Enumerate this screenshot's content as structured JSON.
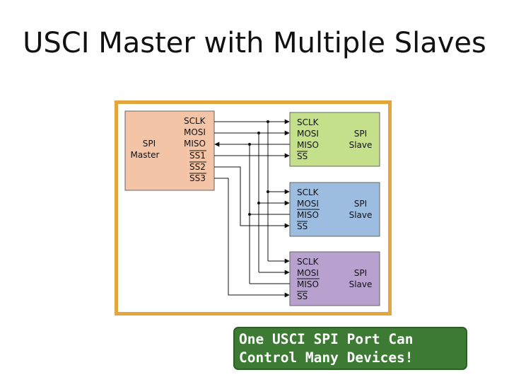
{
  "slide": {
    "title": "USCI Master with Multiple Slaves"
  },
  "diagram": {
    "master": {
      "title_lines": [
        "SPI",
        "Master"
      ],
      "pins": [
        "SCLK",
        "MOSI",
        "MISO",
        "SS1",
        "SS2",
        "SS3"
      ],
      "color": "#f4c4a6"
    },
    "slaves": [
      {
        "pins": [
          "SCLK",
          "MOSI",
          "MISO",
          "SS"
        ],
        "title_lines": [
          "SPI",
          "Slave"
        ],
        "color": "#c5e08a"
      },
      {
        "pins": [
          "SCLK",
          "MOSI",
          "MISO",
          "SS"
        ],
        "title_lines": [
          "SPI",
          "Slave"
        ],
        "color": "#9dbde0"
      },
      {
        "pins": [
          "SCLK",
          "MOSI",
          "MISO",
          "SS"
        ],
        "title_lines": [
          "SPI",
          "Slave"
        ],
        "color": "#b7a1cf"
      }
    ],
    "frame_color": "#e4a53c"
  },
  "callout": {
    "lines": [
      "One USCI SPI Port Can",
      "Control Many Devices!"
    ],
    "color": "#3d7b35"
  }
}
